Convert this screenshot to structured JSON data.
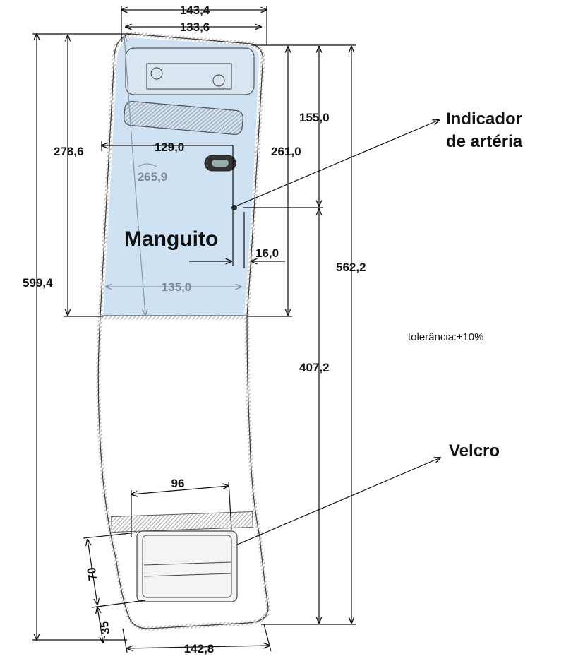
{
  "dimensions": {
    "top_outer_width": "143,4",
    "top_inner_width": "133,6",
    "left_cuff_height": "278,6",
    "total_height_left": "599,4",
    "inner_width_129": "129,0",
    "arc_265": "265,9",
    "cuff_height_right": "261,0",
    "indicator_top": "155,0",
    "indicator_offset": "16,0",
    "cuff_width": "135,0",
    "total_height_right": "562,2",
    "lower_length": "407,2",
    "velcro_width": "96",
    "velcro_height": "70",
    "velcro_bottom_gap": "35",
    "bottom_width": "142,8"
  },
  "labels": {
    "cuff": "Manguito",
    "indicator_line1": "Indicador",
    "indicator_line2": "de artéria",
    "velcro": "Velcro",
    "tolerance": "tolerância:±10%"
  },
  "colors": {
    "cuff_fill": "#cfe2f3",
    "outline": "#4a4a4a",
    "hatch": "#9a9a9a"
  }
}
